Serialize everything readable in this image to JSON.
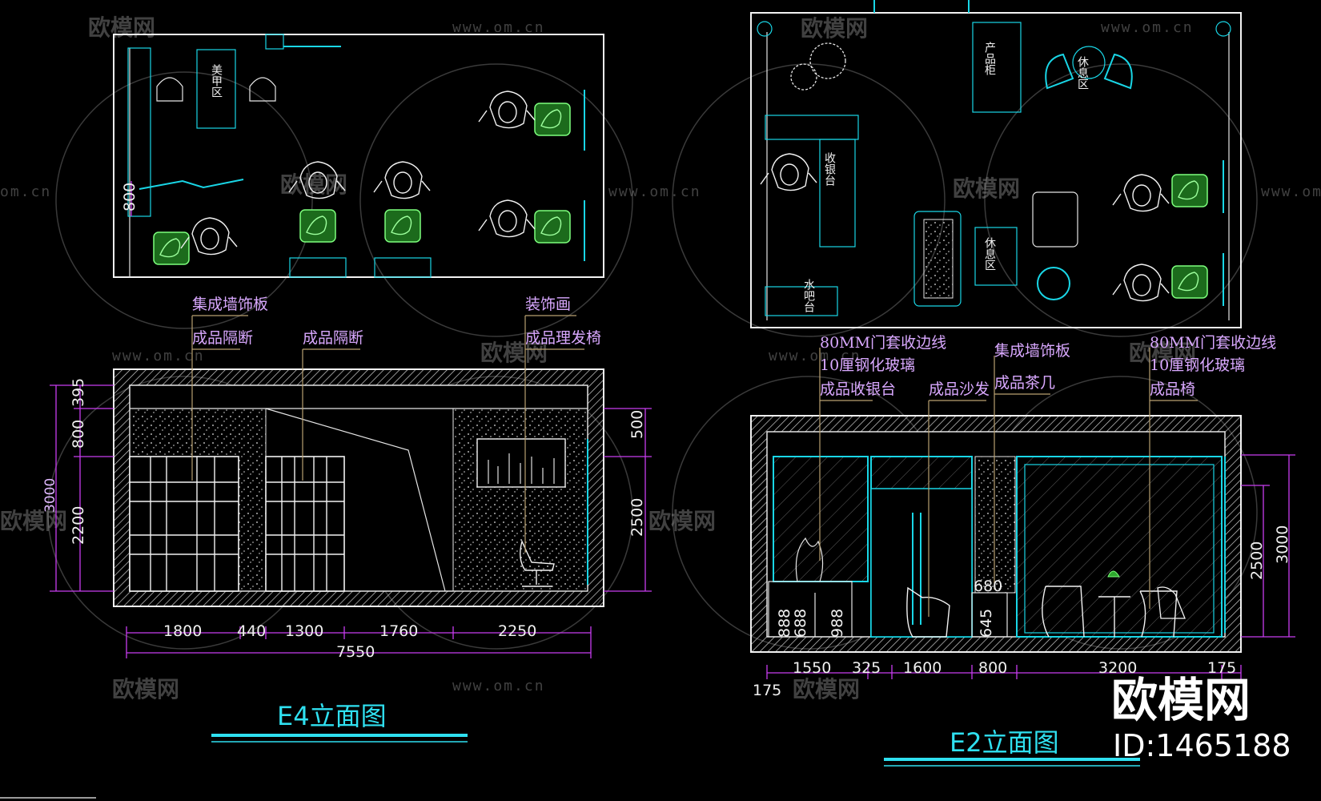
{
  "watermark": {
    "brand": "欧模网",
    "url": "www.om.cn",
    "url_short": "om.cn",
    "id": "ID:1465188"
  },
  "plan_left": {
    "rooms": [
      "美甲区"
    ],
    "dims": [
      "800"
    ]
  },
  "plan_right": {
    "rooms": [
      "产品柜",
      "休息区",
      "收银台",
      "休息区",
      "水吧台"
    ]
  },
  "e4": {
    "title": "E4立面图",
    "labels": [
      "集成墙饰板",
      "成品隔断",
      "成品隔断",
      "装饰画",
      "成品理发椅"
    ],
    "bottom_dims": [
      "1800",
      "440",
      "1300",
      "1760",
      "2250"
    ],
    "total_dim": "7550",
    "left_dims": [
      "395",
      "800",
      "2200",
      "3000"
    ],
    "right_dims": [
      "500",
      "2500"
    ]
  },
  "e2": {
    "title": "E2立面图",
    "labels_a": [
      "80MM门套收边线",
      "10厘钢化玻璃",
      "成品收银台"
    ],
    "labels_b": [
      "成品沙发"
    ],
    "labels_c": [
      "集成墙饰板",
      "成品茶几"
    ],
    "labels_d": [
      "80MM门套收边线",
      "10厘钢化玻璃",
      "成品椅"
    ],
    "bottom_dims": [
      "1550",
      "325",
      "1600",
      "800",
      "3200",
      "175"
    ],
    "bottom_dim_extra": "175",
    "inner_dims": [
      "888",
      "688",
      "988",
      "680",
      "645"
    ],
    "right_dims": [
      "2500",
      "3000"
    ]
  },
  "colors": {
    "wall": "#f2f2f2",
    "cyan": "#19d6e6",
    "chair": "#7dff7d",
    "dimension": "#c83cf0",
    "label": "#d9a8ff"
  }
}
